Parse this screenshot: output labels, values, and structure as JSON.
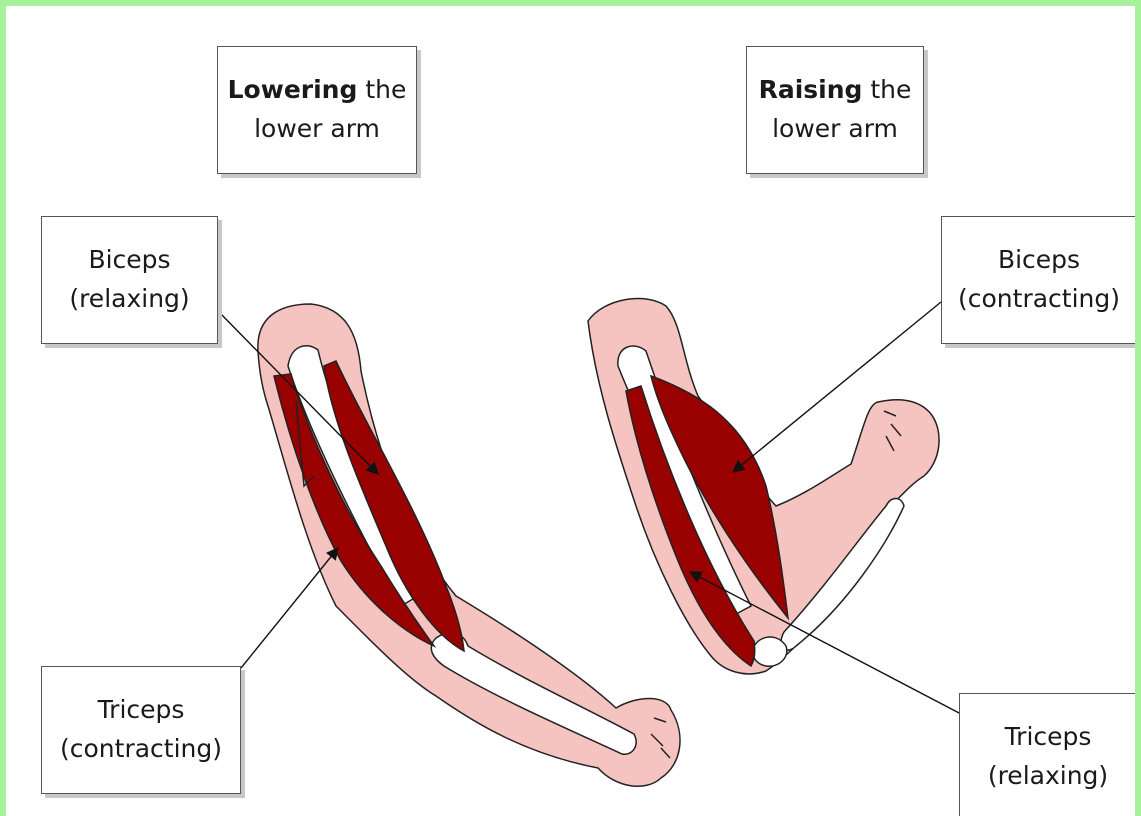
{
  "colors": {
    "frame": "#a6f29a",
    "skin": "#f5c4c1",
    "muscle": "#990000",
    "bone": "#ffffff",
    "outline": "#222222"
  },
  "titles": {
    "lowering": {
      "emphasis": "Lowering",
      "rest": " the",
      "line2": "lower arm"
    },
    "raising": {
      "emphasis": "Raising",
      "rest": " the",
      "line2": "lower arm"
    }
  },
  "labels": {
    "biceps_relaxing": {
      "line1": "Biceps",
      "line2": "(relaxing)"
    },
    "triceps_contracting": {
      "line1": "Triceps",
      "line2": "(contracting)"
    },
    "biceps_contracting": {
      "line1": "Biceps",
      "line2": "(contracting)"
    },
    "triceps_relaxing": {
      "line1": "Triceps",
      "line2": "(relaxing)"
    }
  }
}
